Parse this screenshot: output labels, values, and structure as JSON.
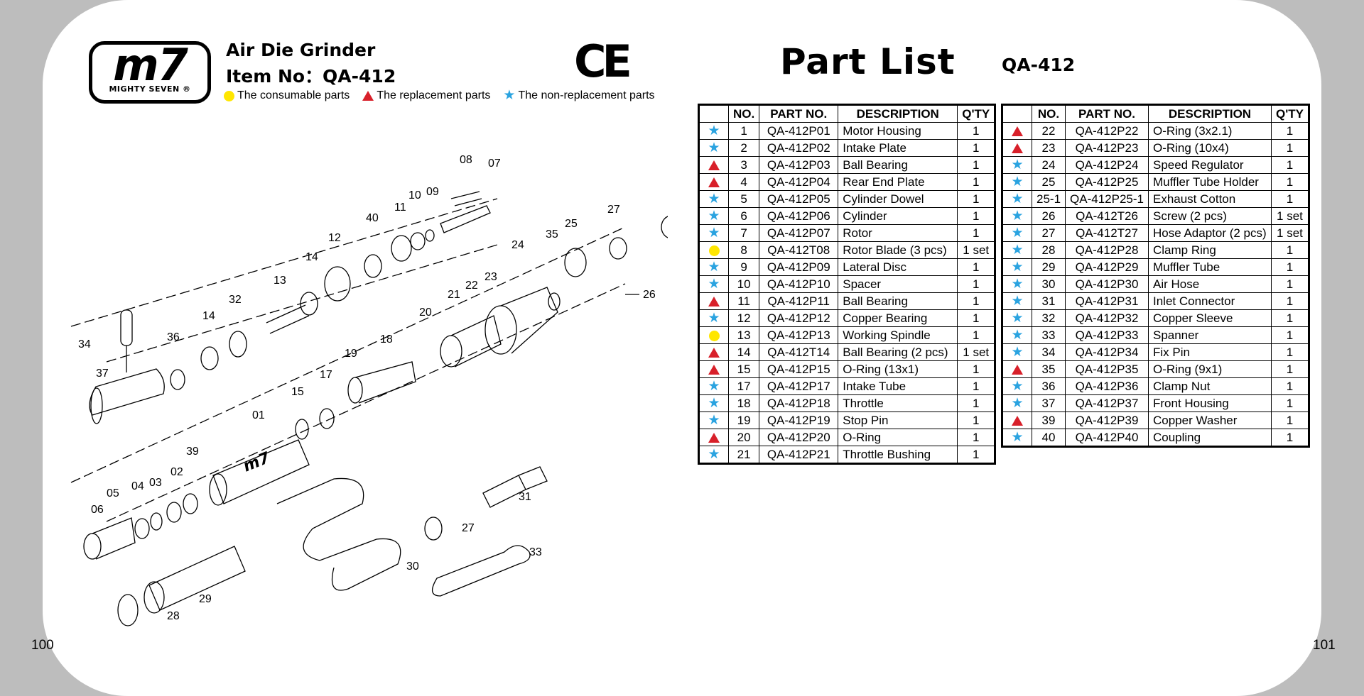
{
  "header": {
    "logo_main": "m7",
    "logo_sub": "MIGHTY SEVEN",
    "logo_reg": "®",
    "title": "Air Die Grinder",
    "item_label": "Item No：QA-412",
    "ce_mark": "CE"
  },
  "legend": [
    {
      "symbol": "dot",
      "label": "The consumable parts"
    },
    {
      "symbol": "triangle",
      "label": "The replacement parts"
    },
    {
      "symbol": "star",
      "label": "The non-replacement parts"
    }
  ],
  "part_list": {
    "title": "Part List",
    "model": "QA-412"
  },
  "columns": [
    "",
    "NO.",
    "PART NO.",
    "DESCRIPTION",
    "Q'TY"
  ],
  "colors": {
    "consumable": "#ffe600",
    "replacement": "#d8202a",
    "non_replacement": "#2aa3e0"
  },
  "table_a": [
    [
      "star",
      "1",
      "QA-412P01",
      "Motor Housing",
      "1"
    ],
    [
      "star",
      "2",
      "QA-412P02",
      "Intake Plate",
      "1"
    ],
    [
      "triangle",
      "3",
      "QA-412P03",
      "Ball Bearing",
      "1"
    ],
    [
      "triangle",
      "4",
      "QA-412P04",
      "Rear End Plate",
      "1"
    ],
    [
      "star",
      "5",
      "QA-412P05",
      "Cylinder Dowel",
      "1"
    ],
    [
      "star",
      "6",
      "QA-412P06",
      "Cylinder",
      "1"
    ],
    [
      "star",
      "7",
      "QA-412P07",
      "Rotor",
      "1"
    ],
    [
      "dot",
      "8",
      "QA-412T08",
      "Rotor Blade (3 pcs)",
      "1 set"
    ],
    [
      "star",
      "9",
      "QA-412P09",
      "Lateral Disc",
      "1"
    ],
    [
      "star",
      "10",
      "QA-412P10",
      "Spacer",
      "1"
    ],
    [
      "triangle",
      "11",
      "QA-412P11",
      "Ball Bearing",
      "1"
    ],
    [
      "star",
      "12",
      "QA-412P12",
      "Copper Bearing",
      "1"
    ],
    [
      "dot",
      "13",
      "QA-412P13",
      "Working Spindle",
      "1"
    ],
    [
      "triangle",
      "14",
      "QA-412T14",
      "Ball Bearing (2 pcs)",
      "1 set"
    ],
    [
      "triangle",
      "15",
      "QA-412P15",
      "O-Ring (13x1)",
      "1"
    ],
    [
      "star",
      "17",
      "QA-412P17",
      "Intake Tube",
      "1"
    ],
    [
      "star",
      "18",
      "QA-412P18",
      "Throttle",
      "1"
    ],
    [
      "star",
      "19",
      "QA-412P19",
      "Stop Pin",
      "1"
    ],
    [
      "triangle",
      "20",
      "QA-412P20",
      "O-Ring",
      "1"
    ],
    [
      "star",
      "21",
      "QA-412P21",
      "Throttle Bushing",
      "1"
    ]
  ],
  "table_b": [
    [
      "triangle",
      "22",
      "QA-412P22",
      "O-Ring (3x2.1)",
      "1"
    ],
    [
      "triangle",
      "23",
      "QA-412P23",
      "O-Ring (10x4)",
      "1"
    ],
    [
      "star",
      "24",
      "QA-412P24",
      "Speed Regulator",
      "1"
    ],
    [
      "star",
      "25",
      "QA-412P25",
      "Muffler Tube Holder",
      "1"
    ],
    [
      "star",
      "25-1",
      "QA-412P25-1",
      "Exhaust Cotton",
      "1"
    ],
    [
      "star",
      "26",
      "QA-412T26",
      "Screw (2 pcs)",
      "1 set"
    ],
    [
      "star",
      "27",
      "QA-412T27",
      "Hose Adaptor (2 pcs)",
      "1 set"
    ],
    [
      "star",
      "28",
      "QA-412P28",
      "Clamp Ring",
      "1"
    ],
    [
      "star",
      "29",
      "QA-412P29",
      "Muffler Tube",
      "1"
    ],
    [
      "star",
      "30",
      "QA-412P30",
      "Air Hose",
      "1"
    ],
    [
      "star",
      "31",
      "QA-412P31",
      "Inlet Connector",
      "1"
    ],
    [
      "star",
      "32",
      "QA-412P32",
      "Copper Sleeve",
      "1"
    ],
    [
      "star",
      "33",
      "QA-412P33",
      "Spanner",
      "1"
    ],
    [
      "star",
      "34",
      "QA-412P34",
      "Fix Pin",
      "1"
    ],
    [
      "triangle",
      "35",
      "QA-412P35",
      "O-Ring (9x1)",
      "1"
    ],
    [
      "star",
      "36",
      "QA-412P36",
      "Clamp Nut",
      "1"
    ],
    [
      "star",
      "37",
      "QA-412P37",
      "Front Housing",
      "1"
    ],
    [
      "triangle",
      "39",
      "QA-412P39",
      "Copper Washer",
      "1"
    ],
    [
      "star",
      "40",
      "QA-412P40",
      "Coupling",
      "1"
    ]
  ],
  "diagram_labels": [
    "08",
    "07",
    "27",
    "10",
    "09",
    "40",
    "11",
    "25",
    "35",
    "12",
    "24",
    "26",
    "14",
    "13",
    "22",
    "23",
    "32",
    "14",
    "21",
    "20",
    "36",
    "34",
    "18",
    "19",
    "37",
    "17",
    "15",
    "01",
    "39",
    "05",
    "04",
    "03",
    "02",
    "06",
    "31",
    "27",
    "30",
    "33",
    "29",
    "28"
  ],
  "page_numbers": {
    "left": "100",
    "right": "101"
  }
}
